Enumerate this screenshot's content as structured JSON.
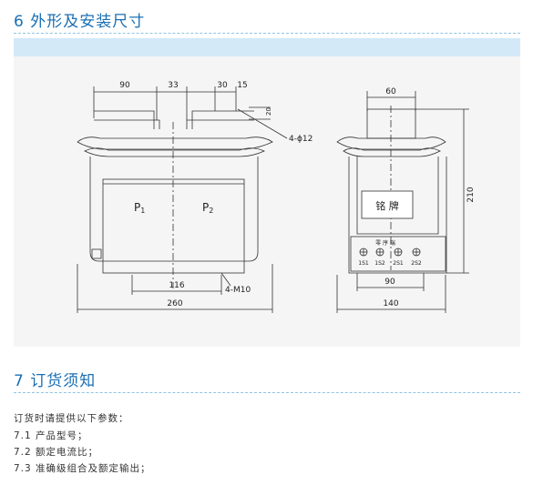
{
  "sections": {
    "s6_title": "6 外形及安装尺寸",
    "s7_title": "7 订货须知"
  },
  "drawing": {
    "front": {
      "dim_90": "90",
      "dim_33": "33",
      "dim_30": "30",
      "dim_15": "15",
      "dim_20": "20",
      "hole_label": "4-ϕ12",
      "p1_main": "P",
      "p1_sub": "1",
      "p2_main": "P",
      "p2_sub": "2",
      "dim_116": "116",
      "bolt_label": "4-M10",
      "dim_260": "260"
    },
    "side": {
      "dim_60": "60",
      "dim_210": "210",
      "nameplate": "铭  牌",
      "terminal_caption": "零 序 端",
      "terminals": [
        "1S1",
        "1S2",
        "2S1",
        "2S2"
      ],
      "dim_90": "90",
      "dim_140": "140"
    }
  },
  "order_notes": {
    "intro": "订货时请提供以下参数：",
    "items": [
      "7.1 产品型号；",
      "7.2 额定电流比；",
      "7.3 准确级组合及额定输出；"
    ]
  },
  "colors": {
    "title": "#1a6fb4",
    "band": "#d3e9f8",
    "panel": "#f5f5f5",
    "line": "#333333"
  }
}
